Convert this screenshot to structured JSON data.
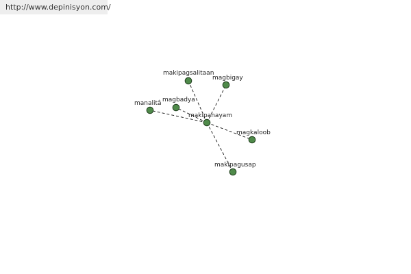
{
  "source_url": "http://www.depinisyon.com/",
  "graph": {
    "center": {
      "id": "makipanayam",
      "label": "makipanayam"
    },
    "nodes": [
      {
        "id": "makipagsalitaan",
        "label": "makipagsalitaan"
      },
      {
        "id": "magbigay",
        "label": "magbigay"
      },
      {
        "id": "manalita",
        "label": "manalitâ"
      },
      {
        "id": "magbadya",
        "label": "magbadya"
      },
      {
        "id": "magkaloob",
        "label": "magkaloob"
      },
      {
        "id": "makipagusap",
        "label": "makipagusap"
      }
    ],
    "edges": [
      [
        "makipanayam",
        "makipagsalitaan"
      ],
      [
        "makipanayam",
        "magbigay"
      ],
      [
        "makipanayam",
        "manalita"
      ],
      [
        "makipanayam",
        "magbadya"
      ],
      [
        "makipanayam",
        "magkaloob"
      ],
      [
        "makipanayam",
        "makipagusap"
      ]
    ],
    "colors": {
      "node_fill": "#4f8a4a",
      "node_stroke": "#1f3d1c",
      "edge": "#111111"
    }
  }
}
